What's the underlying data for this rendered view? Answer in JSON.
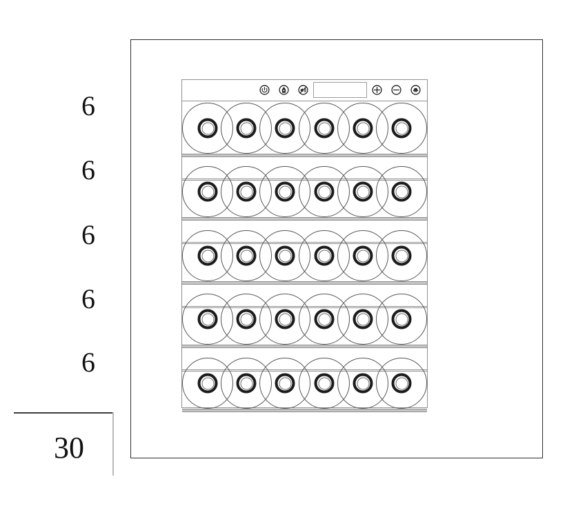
{
  "drawing": {
    "title": "Wine Cooler Bottle Capacity Diagram",
    "product": "Built-in Wine Cooler",
    "total_capacity": "30",
    "shelf_count": 5,
    "bottles_per_shelf": 6,
    "row_labels": [
      "6",
      "6",
      "6",
      "6",
      "6"
    ],
    "line_color": "#2b2b2b",
    "shelf_color": "#c6c6c6",
    "neck_color": "#1c1c1c"
  },
  "control_panel": {
    "display_value": "",
    "icons": [
      {
        "name": "power-icon",
        "label": "Power"
      },
      {
        "name": "humidity-icon",
        "label": "Humidity"
      },
      {
        "name": "sound-off-icon",
        "label": "Sound"
      },
      {
        "name": "plus-icon",
        "label": "Increase"
      },
      {
        "name": "minus-icon",
        "label": "Decrease"
      },
      {
        "name": "light-icon",
        "label": "Light"
      }
    ]
  },
  "annotations": {
    "rows": [
      {
        "value": "6"
      },
      {
        "value": "6"
      },
      {
        "value": "6"
      },
      {
        "value": "6"
      },
      {
        "value": "6"
      }
    ],
    "total": {
      "value": "30"
    }
  }
}
